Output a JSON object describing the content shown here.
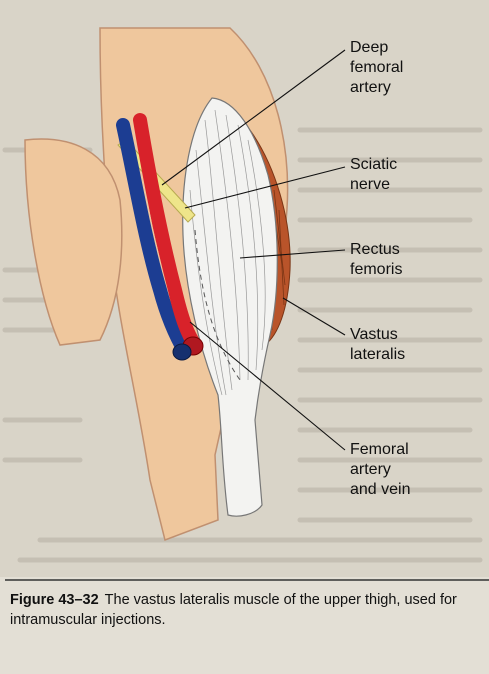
{
  "labels": {
    "deep_femoral_artery": [
      "Deep",
      "femoral",
      "artery"
    ],
    "sciatic_nerve": [
      "Sciatic",
      "nerve"
    ],
    "rectus_femoris": [
      "Rectus",
      "femoris"
    ],
    "vastus_lateralis": [
      "Vastus",
      "lateralis"
    ],
    "femoral_artery_vein": [
      "Femoral",
      "artery",
      "and vein"
    ]
  },
  "caption": {
    "number": "Figure 43–32",
    "text": "The vastus lateralis muscle of the upper thigh, used for intramuscular injections."
  },
  "colors": {
    "skin": "#efc79d",
    "skin_outline": "#c09070",
    "artery": "#d8222a",
    "vein": "#1c3d92",
    "nerve": "#eee58a",
    "muscle_white": "#f3f3f1",
    "vastus": "#b9542a",
    "page_bg": "#d8d3c7"
  }
}
